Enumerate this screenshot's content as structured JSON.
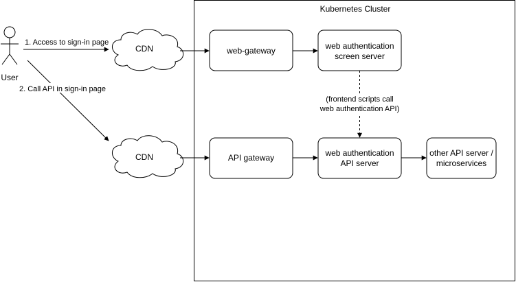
{
  "cluster": {
    "label": "Kubernetes Cluster"
  },
  "user": {
    "label": "User"
  },
  "edges": {
    "access_sign_in": "1. Access to sign-in page",
    "call_api": "2. Call API in sign-in page",
    "frontend_call": [
      "(frontend scripts call",
      "web authentication API)"
    ]
  },
  "clouds": {
    "cdn_top": "CDN",
    "cdn_bottom": "CDN"
  },
  "nodes": {
    "web_gateway": [
      "web-gateway"
    ],
    "web_auth_screen": [
      "web authentication",
      "screen server"
    ],
    "api_gateway": [
      "API gateway"
    ],
    "web_auth_api": [
      "web authentication",
      "API server"
    ],
    "other_api": [
      "other API server /",
      "microservices"
    ]
  }
}
